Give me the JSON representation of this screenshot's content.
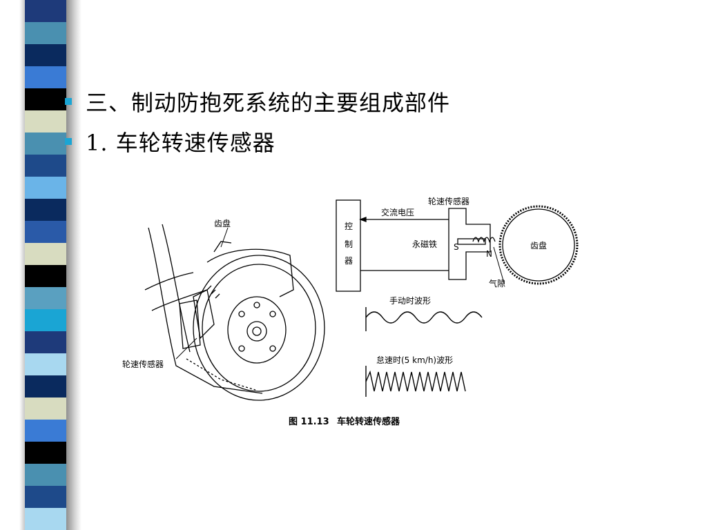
{
  "slide": {
    "bullets": [
      "三、制动防抱死系统的主要组成部件",
      "1. 车轮转速传感器"
    ]
  },
  "stripe_colors": [
    "#1e3a7a",
    "#4a90b0",
    "#0a2a5e",
    "#3a7bd5",
    "#000000",
    "#d8dcc0",
    "#4a90b0",
    "#1e4a8a",
    "#6ab4e8",
    "#0a2a5e",
    "#2a5aa8",
    "#d8dcc0",
    "#000000",
    "#5aa0c0",
    "#1aa5d4",
    "#1e3a7a",
    "#a8d8f0",
    "#0a2a5e",
    "#d8dcc0",
    "#3a7bd5",
    "#000000",
    "#4a90b0",
    "#1e4a8a",
    "#a8d8f0"
  ],
  "figure": {
    "label_gear_left": "齿盘",
    "label_sensor_left": "轮速传感器",
    "label_control_1": "控",
    "label_control_2": "制",
    "label_control_3": "器",
    "label_ac_voltage": "交流电压",
    "label_sensor_top": "轮速传感器",
    "label_magnet": "永磁铁",
    "label_s": "S",
    "label_n": "N",
    "label_gear_right": "齿盘",
    "label_air_gap": "气隙",
    "label_wave_manual": "手动时波形",
    "label_wave_idle": "怠速时(5 km/h)波形",
    "caption_number": "图 11.13",
    "caption_title": "车轮转速传感器"
  }
}
